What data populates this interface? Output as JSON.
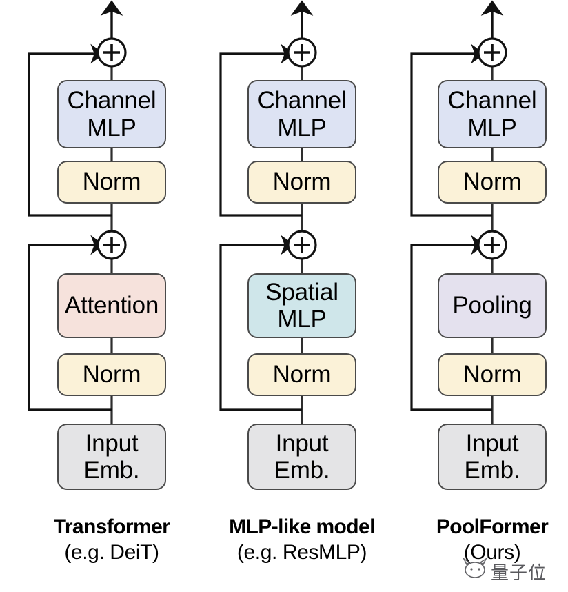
{
  "figure": {
    "type": "architecture-comparison-diagram",
    "background_color": "#ffffff",
    "stroke_color": "#4a4a4a",
    "text_color": "#000000"
  },
  "palette": {
    "channel_mlp": "#dde3f3",
    "norm": "#fbf2d8",
    "attention": "#f6e2dc",
    "spatial_mlp": "#cfe6ea",
    "pooling": "#e4e1ee",
    "input_emb": "#e4e4e6"
  },
  "columns": [
    {
      "id": "transformer",
      "caption_title": "Transformer",
      "caption_sub": "(e.g. DeiT)",
      "blocks": [
        {
          "name": "channel-mlp",
          "line1": "Channel",
          "line2": "MLP",
          "fill": "#dde3f3"
        },
        {
          "name": "norm-top",
          "line1": "Norm",
          "line2": "",
          "fill": "#fbf2d8"
        },
        {
          "name": "token-mixer",
          "line1": "Attention",
          "line2": "",
          "fill": "#f6e2dc"
        },
        {
          "name": "norm-bottom",
          "line1": "Norm",
          "line2": "",
          "fill": "#fbf2d8"
        },
        {
          "name": "input-emb",
          "line1": "Input",
          "line2": "Emb.",
          "fill": "#e4e4e6"
        }
      ],
      "adders": [
        "+",
        "+"
      ]
    },
    {
      "id": "mlp-like",
      "caption_title": "MLP-like model",
      "caption_sub": "(e.g. ResMLP)",
      "blocks": [
        {
          "name": "channel-mlp",
          "line1": "Channel",
          "line2": "MLP",
          "fill": "#dde3f3"
        },
        {
          "name": "norm-top",
          "line1": "Norm",
          "line2": "",
          "fill": "#fbf2d8"
        },
        {
          "name": "token-mixer",
          "line1": "Spatial",
          "line2": "MLP",
          "fill": "#cfe6ea"
        },
        {
          "name": "norm-bottom",
          "line1": "Norm",
          "line2": "",
          "fill": "#fbf2d8"
        },
        {
          "name": "input-emb",
          "line1": "Input",
          "line2": "Emb.",
          "fill": "#e4e4e6"
        }
      ],
      "adders": [
        "+",
        "+"
      ]
    },
    {
      "id": "poolformer",
      "caption_title": "PoolFormer",
      "caption_sub": "(Ours)",
      "blocks": [
        {
          "name": "channel-mlp",
          "line1": "Channel",
          "line2": "MLP",
          "fill": "#dde3f3"
        },
        {
          "name": "norm-top",
          "line1": "Norm",
          "line2": "",
          "fill": "#fbf2d8"
        },
        {
          "name": "token-mixer",
          "line1": "Pooling",
          "line2": "",
          "fill": "#e4e1ee"
        },
        {
          "name": "norm-bottom",
          "line1": "Norm",
          "line2": "",
          "fill": "#fbf2d8"
        },
        {
          "name": "input-emb",
          "line1": "Input",
          "line2": "Emb.",
          "fill": "#e4e4e6"
        }
      ],
      "adders": [
        "+",
        "+"
      ]
    }
  ],
  "watermark": {
    "text": "量子位"
  }
}
